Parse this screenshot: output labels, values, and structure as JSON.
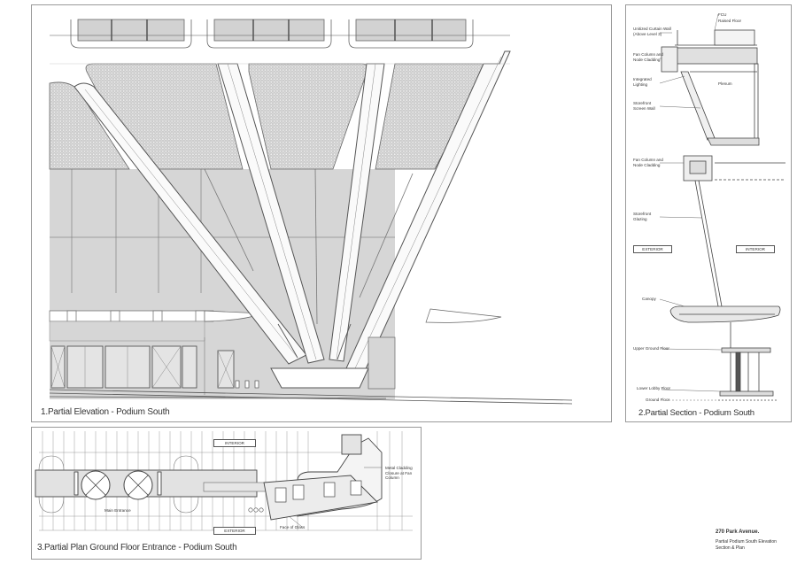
{
  "sheet": {
    "project": "270 Park Avenue.",
    "subtitle_line1": "Partial Podium South Elevation",
    "subtitle_line2": "Section & Plan"
  },
  "panels": [
    {
      "id": 1,
      "caption": "1.Partial Elevation - Podium South"
    },
    {
      "id": 2,
      "caption": "2.Partial Section - Podium South",
      "labels": {
        "fcu": "FCU",
        "raised_floor": "Raised Floor",
        "unitized_curtain_wall_1": "Unitized Curtain Wall",
        "unitized_curtain_wall_2": "(Above Level 3)",
        "fan_column_1a": "Fan Column and",
        "fan_column_1b": "Node Cladding",
        "integrated_lighting_1": "Integrated",
        "integrated_lighting_2": "Lighting",
        "plenum": "Plenum",
        "storefront_screen_1": "Storefront",
        "storefront_screen_2": "Screen Wall",
        "fan_column_2a": "Fan Column and",
        "fan_column_2b": "Node Cladding",
        "storefront_glazing_1": "Storefront",
        "storefront_glazing_2": "Glazing",
        "exterior": "EXTERIOR",
        "interior": "INTERIOR",
        "canopy": "Canopy",
        "upper_ground_floor": "Upper Ground Floor",
        "lower_lobby_floor": "Lower Lobby Floor",
        "ground_floor": "Ground Floor"
      }
    },
    {
      "id": 3,
      "caption": "3.Partial Plan Ground Floor Entrance - Podium South",
      "labels": {
        "interior": "INTERIOR",
        "exterior": "EXTERIOR",
        "main_entrance": "Main Entrance",
        "face_of_glass": "Face of Glass",
        "metal_cladding_1": "Metal Cladding",
        "metal_cladding_2": "Closure at Fan",
        "metal_cladding_3": "Column"
      }
    }
  ],
  "colors": {
    "line": "#555555",
    "fill_gray": "#d9d9d9",
    "fill_light": "#e6e6e6",
    "frame": "#9a9a9a"
  }
}
